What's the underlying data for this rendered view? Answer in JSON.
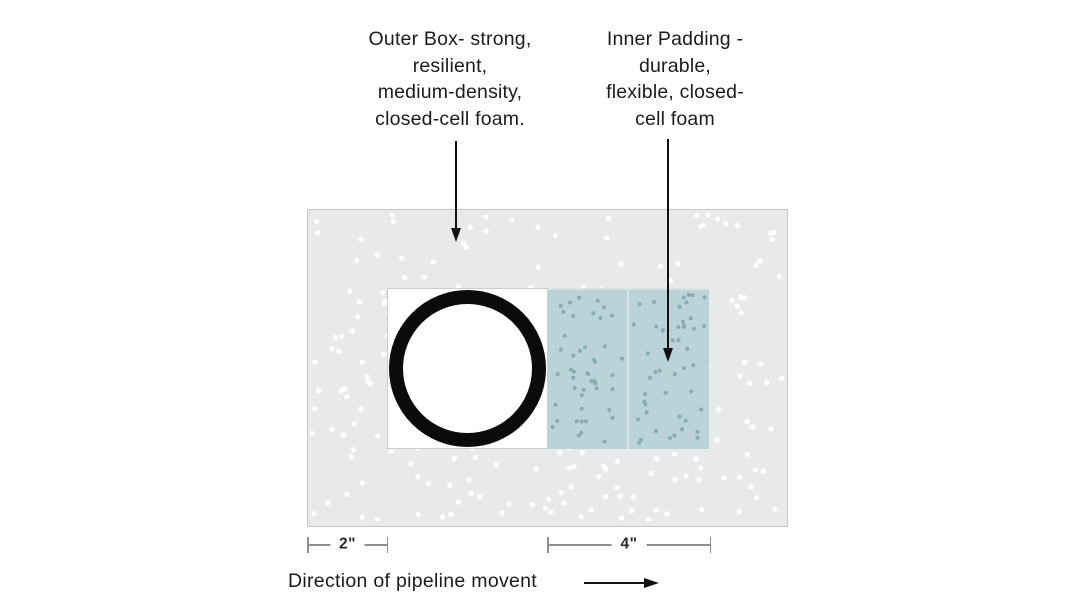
{
  "page": {
    "background": "#ffffff"
  },
  "diagram": {
    "outer_label": "Outer Box- strong,\nresilient,\nmedium-density,\nclosed-cell foam.",
    "inner_label": "Inner Padding -\ndurable,\nflexible, closed-\ncell foam",
    "dimension_left": "2\"",
    "dimension_right": "4\"",
    "caption": "Direction of pipeline movent"
  },
  "colors": {
    "page_background": "#ffffff",
    "text": "#1c1c1c",
    "arrow": "#111111",
    "outer_box_fill": "#e9e9e9",
    "outer_box_border": "#c7c9c7",
    "outer_box_dot": "#ffffff",
    "padding_fill": "#b9d3d8",
    "padding_dot": "#88abb2",
    "padding_edge": "#d7e5e7",
    "pipe_ring": "#0b0b0b",
    "dimension_line": "#8f8f8f"
  },
  "texture": {
    "outer_dot_count": 270,
    "outer_dot_radius": 2.6,
    "padding_dot_count": 46,
    "padding_dot_radius": 2
  }
}
